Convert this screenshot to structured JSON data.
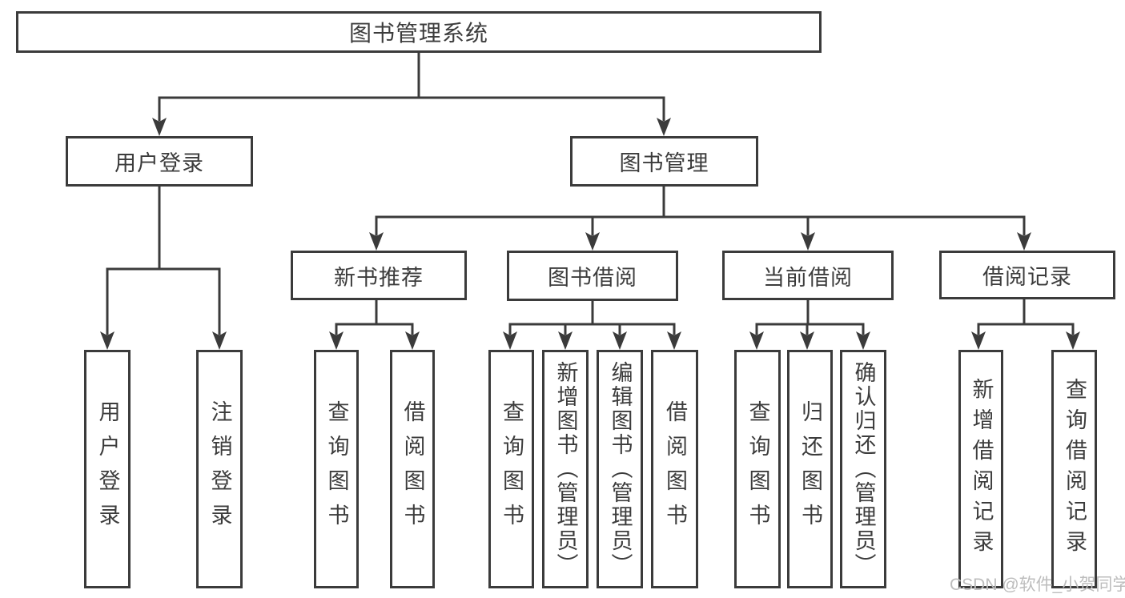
{
  "tree": {
    "label": "图书管理系统",
    "children": [
      {
        "label": "用户登录",
        "children": [
          {
            "label": "用户登录"
          },
          {
            "label": "注销登录"
          }
        ]
      },
      {
        "label": "图书管理",
        "children": [
          {
            "label": "新书推荐",
            "children": [
              {
                "label": "查询图书"
              },
              {
                "label": "借阅图书"
              }
            ]
          },
          {
            "label": "图书借阅",
            "children": [
              {
                "label": "查询图书"
              },
              {
                "label": "新增图书（管理员）"
              },
              {
                "label": "编辑图书（管理员）"
              },
              {
                "label": "借阅图书"
              }
            ]
          },
          {
            "label": "当前借阅",
            "children": [
              {
                "label": "查询图书"
              },
              {
                "label": "归还图书"
              },
              {
                "label": "确认归还（管理员）"
              }
            ]
          },
          {
            "label": "借阅记录",
            "children": [
              {
                "label": "新增借阅记录"
              },
              {
                "label": "查询借阅记录"
              }
            ]
          }
        ]
      }
    ]
  },
  "watermark": {
    "text": "CSDN @软件_小贺同学"
  },
  "colors": {
    "line": "#3b3b3b",
    "box_border": "#3b3b3b",
    "text": "#3c3c3c",
    "watermark": "#bdbdbd",
    "background": "#ffffff"
  }
}
